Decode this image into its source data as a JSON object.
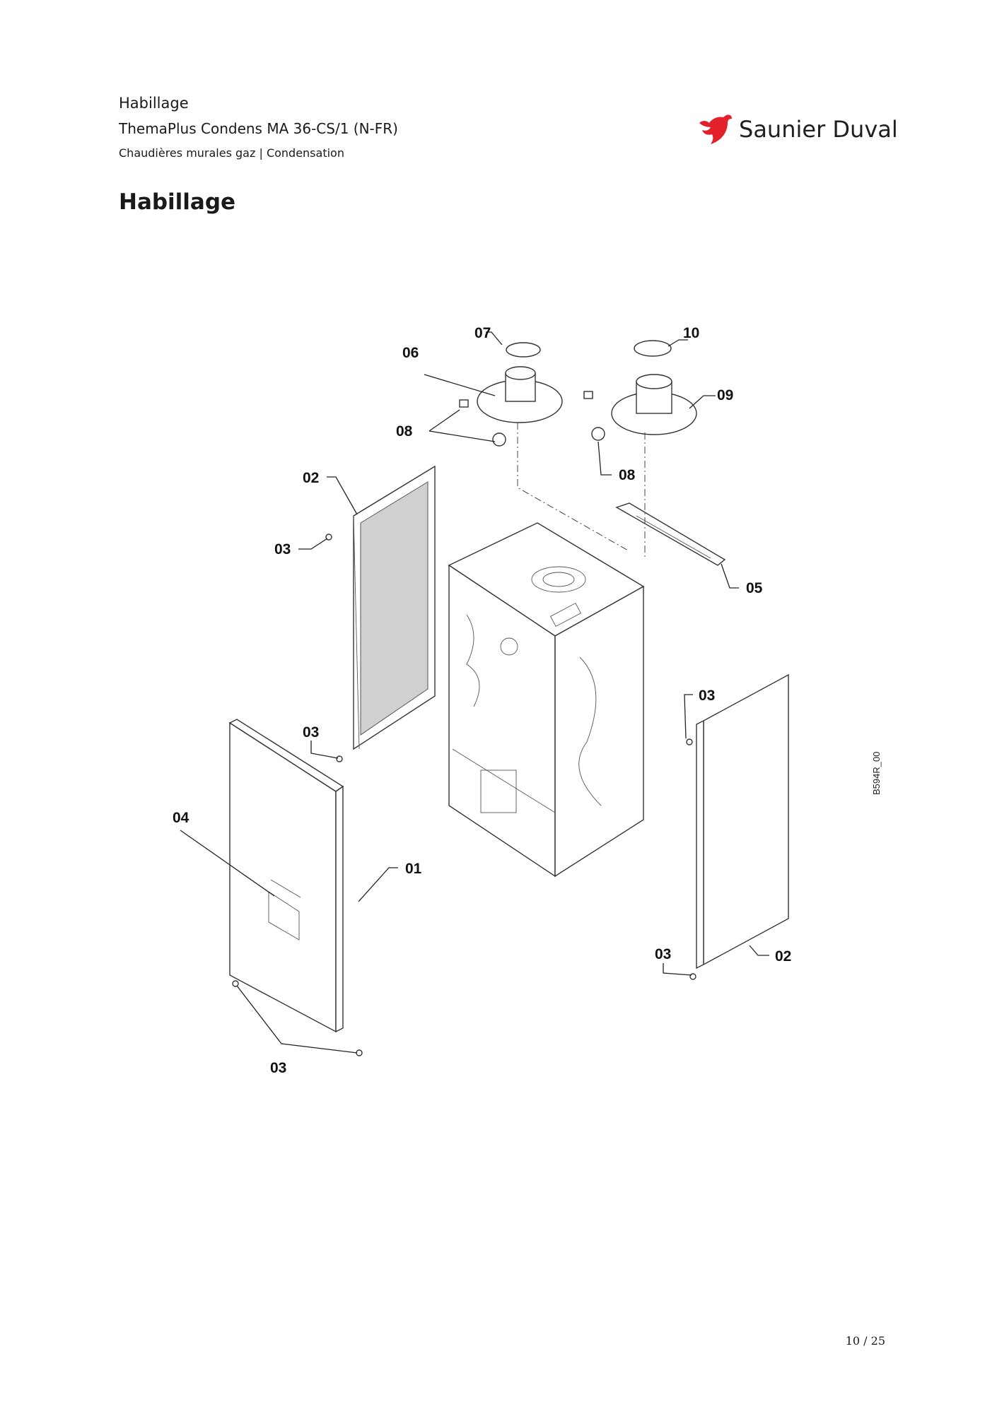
{
  "header": {
    "section": "Habillage",
    "product": "ThemaPlus Condens MA 36-CS/1 (N-FR)",
    "category": "Chaudières murales gaz | Condensation"
  },
  "brand": {
    "name": "Saunier Duval",
    "color": "#e2212b",
    "icon": "bird-logo-icon"
  },
  "page_title": "Habillage",
  "diagram": {
    "drawing_code": "B594R_00",
    "callouts": [
      "07",
      "10",
      "06",
      "09",
      "08",
      "08",
      "02",
      "03",
      "05",
      "03",
      "03",
      "04",
      "01",
      "03",
      "02",
      "03"
    ]
  },
  "footer": {
    "page": "10 / 25"
  }
}
